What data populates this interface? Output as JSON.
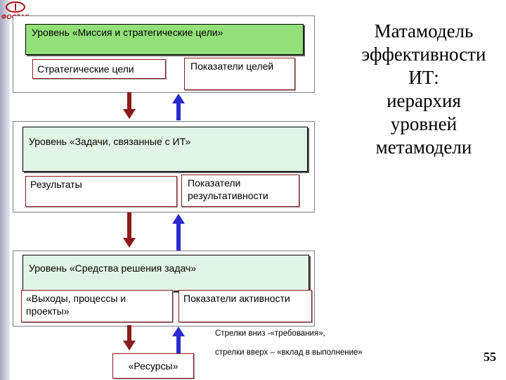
{
  "logo": {
    "text": "ФОСТАС"
  },
  "title": {
    "line1": "Матамодель",
    "line2": "эффективности",
    "line3": "ИТ:",
    "line4": "иерархия",
    "line5": "уровней",
    "line6": "метамодели"
  },
  "level1": {
    "band": "Уровень «Миссия  и стратегические цели»",
    "left": "Стратегические цели",
    "right": "Показатели целей"
  },
  "level2": {
    "band": "Уровень «Задачи, связанные с ИТ»",
    "left": "Результаты",
    "right": "Показатели результативности"
  },
  "level3": {
    "band": "Уровень «Средства решения задач»",
    "left": "«Выходы, процессы и проекты»",
    "right": "Показатели активности"
  },
  "resources": "«Ресурсы»",
  "notes": {
    "down": "Стрелки вниз -«требования»,",
    "up": "стрелки  вверх – «вклад в выполнение»"
  },
  "page_number": "55",
  "colors": {
    "down_arrow": "#8b1a1a",
    "up_arrow": "#2a2ad0",
    "band_top": "#93e07a",
    "band_light": "#e2f4e4",
    "box_border": "#8a1a1a"
  }
}
